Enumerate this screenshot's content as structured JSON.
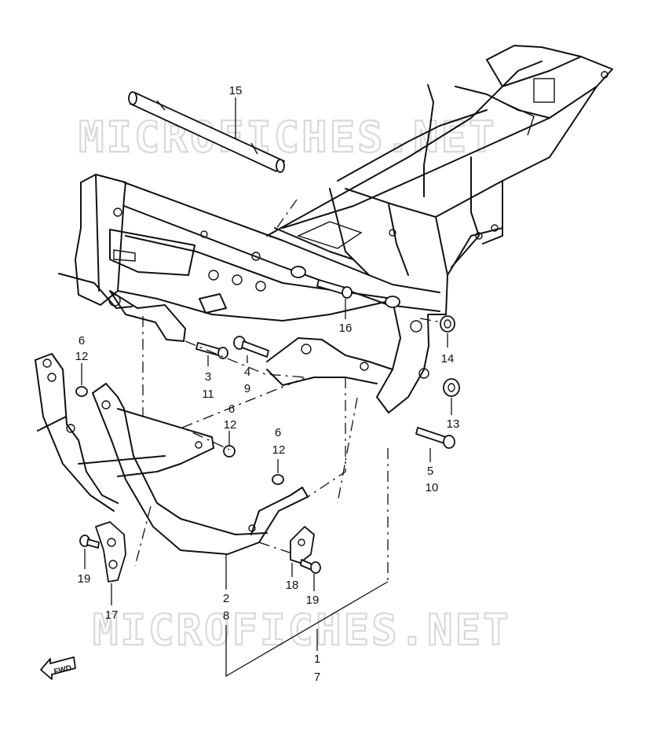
{
  "watermark": "MICROFICHES.NET",
  "fwd_label": "FWD",
  "callouts": {
    "c15": "15",
    "c16": "16",
    "c14": "14",
    "c13": "13",
    "c6a": "6",
    "c12a": "12",
    "c3": "3",
    "c11": "11",
    "c4": "4",
    "c9": "9",
    "c6b": "6",
    "c12b": "12",
    "c6c": "6",
    "c12c": "12",
    "c5": "5",
    "c10": "10",
    "c19a": "19",
    "c17": "17",
    "c18": "18",
    "c19b": "19",
    "c2": "2",
    "c8": "8",
    "c1": "1",
    "c7": "7"
  }
}
